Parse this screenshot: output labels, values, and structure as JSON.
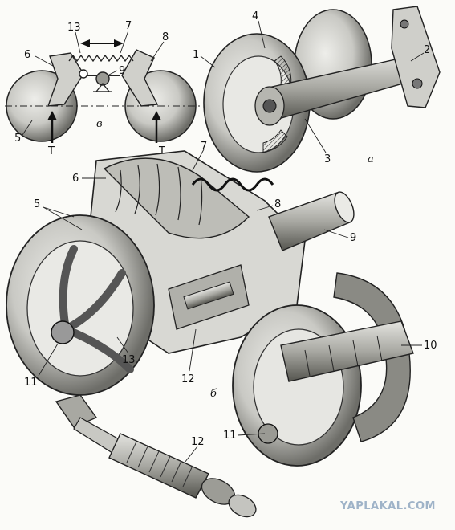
{
  "labels": {
    "v1": "1",
    "v2": "2",
    "v3": "3",
    "v4": "4",
    "a": "а",
    "s5": "5",
    "s6": "6",
    "s7": "7",
    "s8": "8",
    "s9": "9",
    "s13": "13",
    "t_left": "T",
    "t_right": "T",
    "b_small": "в",
    "b5": "5",
    "b6": "6",
    "b7": "7",
    "b8": "8",
    "b9": "9",
    "b10": "10",
    "b11a": "11",
    "b11b": "11",
    "b12": "12",
    "b13": "13",
    "b": "б",
    "p12": "12"
  },
  "watermark": "YAPLAKAL.COM"
}
